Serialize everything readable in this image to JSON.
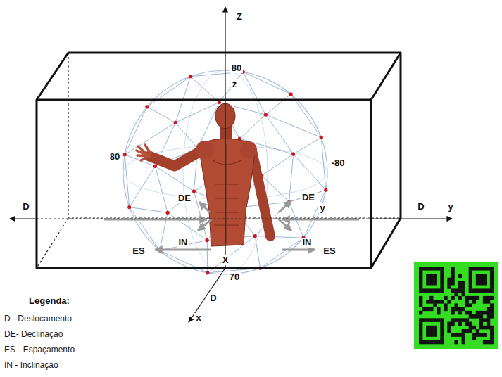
{
  "diagram": {
    "labels": [
      "Z",
      "80",
      "z",
      "80",
      "-80",
      "D",
      "DE",
      "DE",
      "y",
      "D",
      "y",
      "IN",
      "IN",
      "ES",
      "ES",
      "X",
      "70",
      "D",
      "x",
      "Legenda:"
    ],
    "legend": [
      {
        "text": "D - Deslocamento"
      },
      {
        "text": "DE- Declinação"
      },
      {
        "text": "ES - Espaçamento"
      },
      {
        "text": "IN - Inclinação"
      }
    ]
  }
}
